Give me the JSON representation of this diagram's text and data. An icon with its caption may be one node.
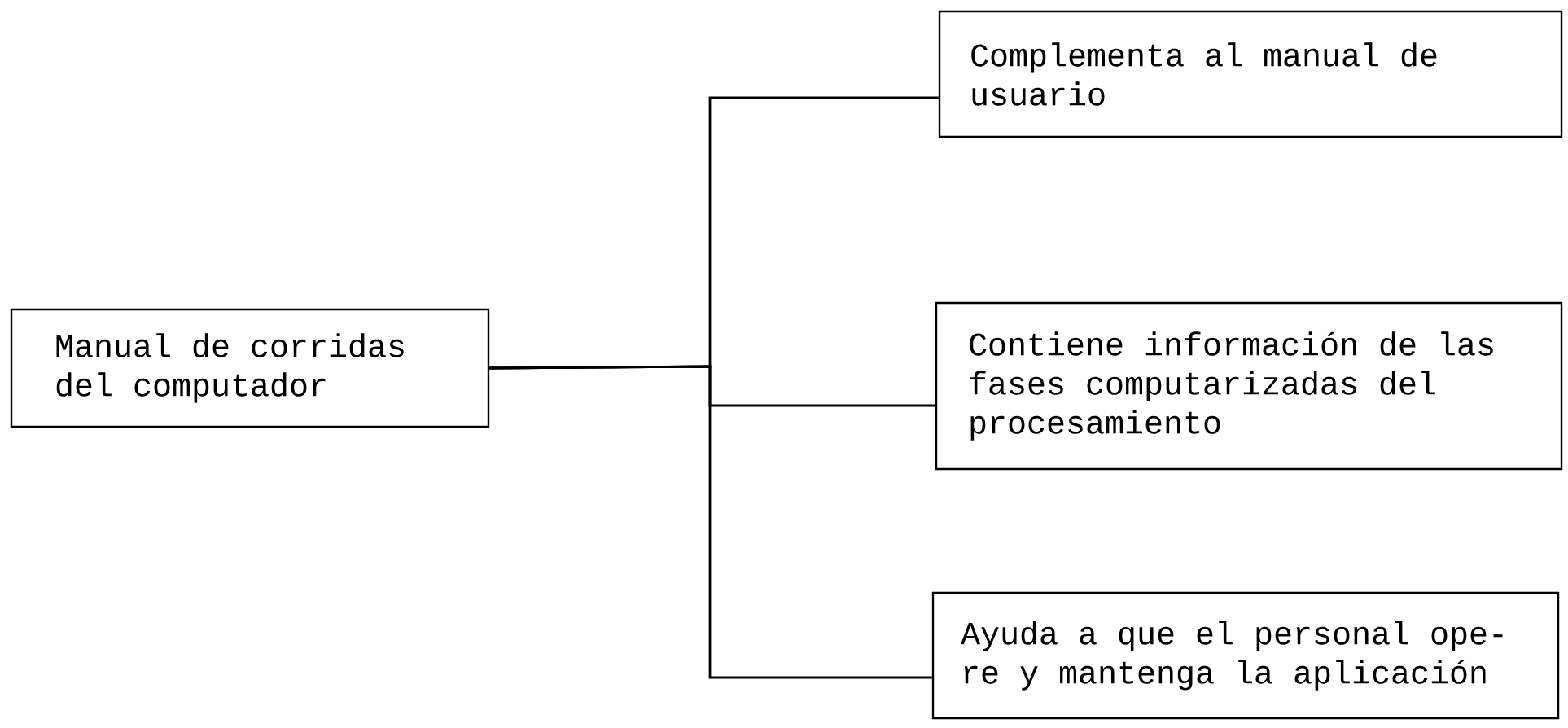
{
  "diagram": {
    "nodes": [
      {
        "text": [
          "Manual de corridas del computador"
        ]
      },
      {
        "text": [
          "Complementa al manual de usuario"
        ]
      },
      {
        "text": [
          "Contiene información de las fases computarizadas del procesamiento"
        ]
      },
      {
        "text": [
          "Ayuda a que el personal ope- re y mantenga la aplicación"
        ]
      }
    ],
    "edges": [
      {
        "from": 0,
        "to": 1,
        "arrow": "none"
      },
      {
        "from": 0,
        "to": 2,
        "arrow": "none"
      },
      {
        "from": 0,
        "to": 3,
        "arrow": "none"
      }
    ]
  }
}
